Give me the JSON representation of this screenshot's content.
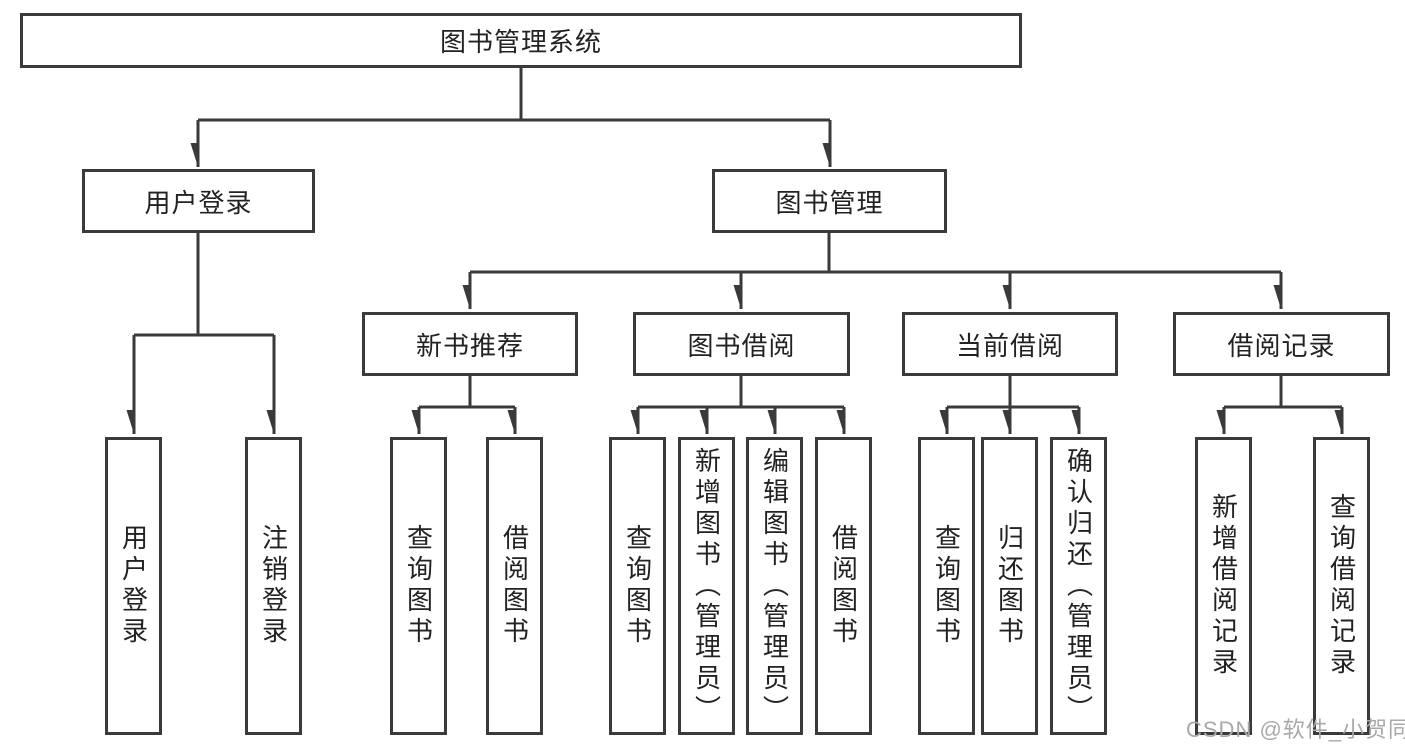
{
  "diagram": {
    "title": "图书管理系统",
    "colors": {
      "line": "#3a3a3a",
      "box_border": "#3a3a3a",
      "text": "#222222",
      "watermark": "#a9a9a9",
      "background": "#ffffff"
    },
    "nodes": {
      "root": {
        "label": "图书管理系统"
      },
      "level2": [
        {
          "label": "用户登录"
        },
        {
          "label": "图书管理"
        }
      ],
      "level3": [
        {
          "label": "新书推荐"
        },
        {
          "label": "图书借阅"
        },
        {
          "label": "当前借阅"
        },
        {
          "label": "借阅记录"
        }
      ],
      "leaves": [
        {
          "label": "用户登录"
        },
        {
          "label": "注销登录"
        },
        {
          "label": "查询图书"
        },
        {
          "label": "借阅图书"
        },
        {
          "label": "查询图书"
        },
        {
          "label": "新增图书（管理员）"
        },
        {
          "label": "编辑图书（管理员）"
        },
        {
          "label": "借阅图书"
        },
        {
          "label": "查询图书"
        },
        {
          "label": "归还图书"
        },
        {
          "label": "确认归还（管理员）"
        },
        {
          "label": "新增借阅记录"
        },
        {
          "label": "查询借阅记录"
        }
      ]
    },
    "watermark": {
      "text": "CSDN @软件_小贺同学"
    }
  }
}
